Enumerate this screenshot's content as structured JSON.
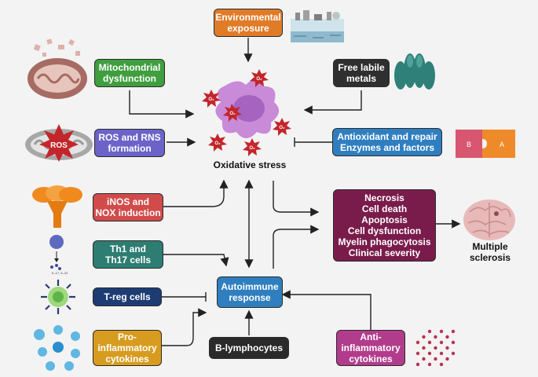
{
  "boxes": {
    "environmental": "Environmental\nexposure",
    "mitochondrial": "Mitochondrial\ndysfunction",
    "free_labile": "Free labile\nmetals",
    "ros_rns": "ROS and RNS\nformation",
    "antioxidant": "Antioxidant and repair\nEnzymes and factors",
    "inos": "iNOS and\nNOX induction",
    "outcomes": "Necrosis\nCell death\nApoptosis\nCell dysfunction\nMyelin phagocytosis\nClinical severity",
    "th": "Th1 and\nTh17 cells",
    "autoimmune": "Autoimmune\nresponse",
    "treg": "T-reg cells",
    "proinflammatory": "Pro-\ninflammatory\ncytokines",
    "blymph": "B-lymphocytes",
    "antiinflammatory": "Anti-\ninflammatory\ncytokines"
  },
  "labels": {
    "oxidative_stress": "Oxidative stress",
    "multiple_sclerosis": "Multiple\nsclerosis",
    "ros_badge": "ROS",
    "puzzle_b": "B",
    "puzzle_a": "A",
    "o2_radical": "O₂",
    "cytokine_small": "IL-17, IL-22"
  },
  "colors": {
    "green": "#3f9e3e",
    "black": "#2f2f2f",
    "purple": "#6b63c8",
    "blue": "#2f7fc0",
    "red": "#d24b4b",
    "maroon": "#7a1c4b",
    "teal": "#2e7d73",
    "navy": "#1e3c74",
    "gold": "#d79c1f",
    "dark": "#2a2a2a",
    "magenta": "#b23c8c",
    "orange": "#e07b28"
  }
}
